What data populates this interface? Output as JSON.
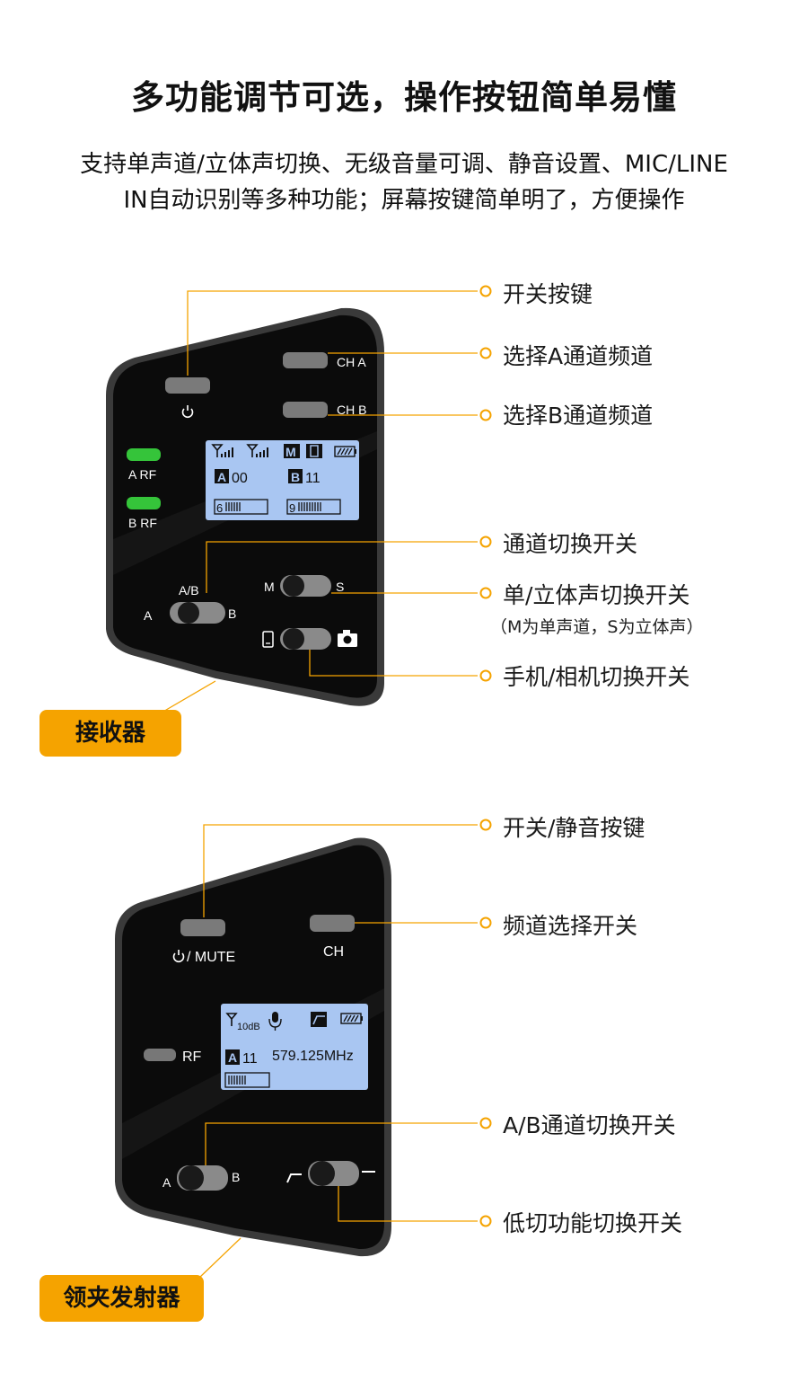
{
  "title": "多功能调节可选，操作按钮简单易懂",
  "subtitle": {
    "line1": "支持单声道/立体声切换、无级音量可调、静音设置、MIC/LINE",
    "line2": "IN自动识别等多种功能；屏幕按键简单明了，方便操作"
  },
  "colors": {
    "accent": "#f5a300",
    "device_body": "#0d0d0d",
    "device_rim": "#3a3a3a",
    "lcd": "#a9c6f2",
    "rf_led_on": "#35c43a",
    "rf_led_off": "#777777"
  },
  "receiver": {
    "badge": "接收器",
    "labels": {
      "power_icon": "power-icon",
      "ch_a": "CH A",
      "ch_b": "CH B",
      "a_rf": "A RF",
      "b_rf": "B RF",
      "ab": "A/B",
      "a": "A",
      "b": "B",
      "m": "M",
      "s": "S"
    },
    "lcd": {
      "mode_letter": "M",
      "ch_a_tag": "A",
      "ch_a_value": "00",
      "ch_b_tag": "B",
      "ch_b_value": "11",
      "level_a": "6",
      "level_b": "9"
    },
    "callouts": {
      "power": "开关按键",
      "select_a": "选择A通道频道",
      "select_b": "选择B通道频道",
      "channel_switch": "通道切换开关",
      "mono_stereo": "单/立体声切换开关",
      "mono_stereo_note": "（M为单声道，S为立体声）",
      "phone_camera": "手机/相机切换开关"
    }
  },
  "transmitter": {
    "badge": "领夹发射器",
    "labels": {
      "power_mute": "/ MUTE",
      "ch": "CH",
      "rf": "RF",
      "a": "A",
      "b": "B"
    },
    "lcd": {
      "gain": "10dB",
      "ch_tag": "A",
      "ch_value": "11",
      "frequency": "579.125MHz"
    },
    "callouts": {
      "power_mute": "开关/静音按键",
      "channel_select": "频道选择开关",
      "ab_switch": "A/B通道切换开关",
      "low_cut": "低切功能切换开关"
    }
  }
}
